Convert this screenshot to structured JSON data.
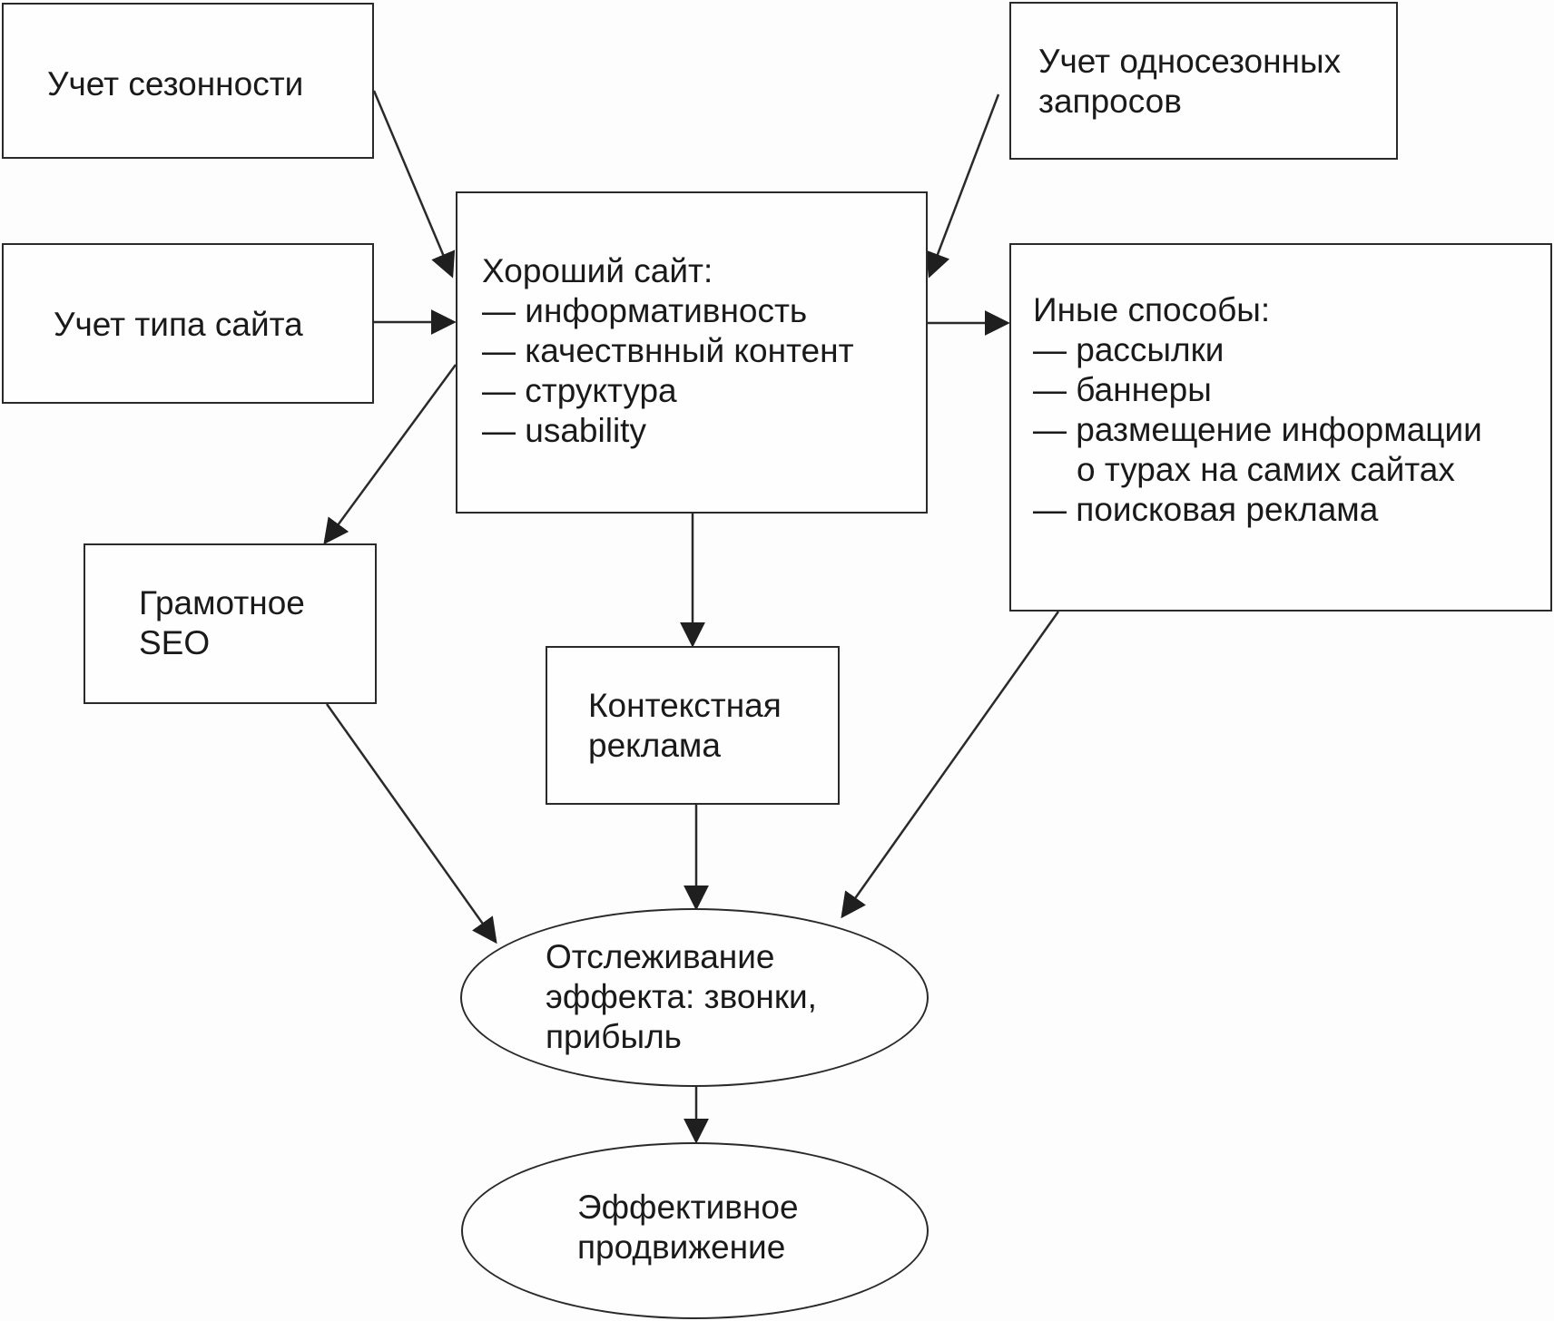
{
  "nodes": {
    "seasonality": {
      "lines": [
        "Учет сезонности"
      ]
    },
    "one_season": {
      "lines": [
        "Учет односезонных",
        "запросов"
      ]
    },
    "site_type": {
      "lines": [
        "Учет типа сайта"
      ]
    },
    "good_site": {
      "lines": [
        "Хороший сайт:",
        "— информативность",
        "— качествнный контент",
        "— структура",
        "— usability"
      ]
    },
    "other_methods": {
      "lines": [
        "Иные способы:",
        "— рассылки",
        "— баннеры",
        "— размещение информации",
        "о турах на самих сайтах",
        "— поисковая реклама"
      ]
    },
    "seo": {
      "lines": [
        "Грамотное",
        "SEO"
      ]
    },
    "contextual_ads": {
      "lines": [
        "Контекстная",
        "реклама"
      ]
    },
    "tracking": {
      "lines": [
        "Отслеживание",
        "эффекта: звонки,",
        "прибыль"
      ]
    },
    "effective_promotion": {
      "lines": [
        "Эффективное",
        "продвижение"
      ]
    }
  }
}
